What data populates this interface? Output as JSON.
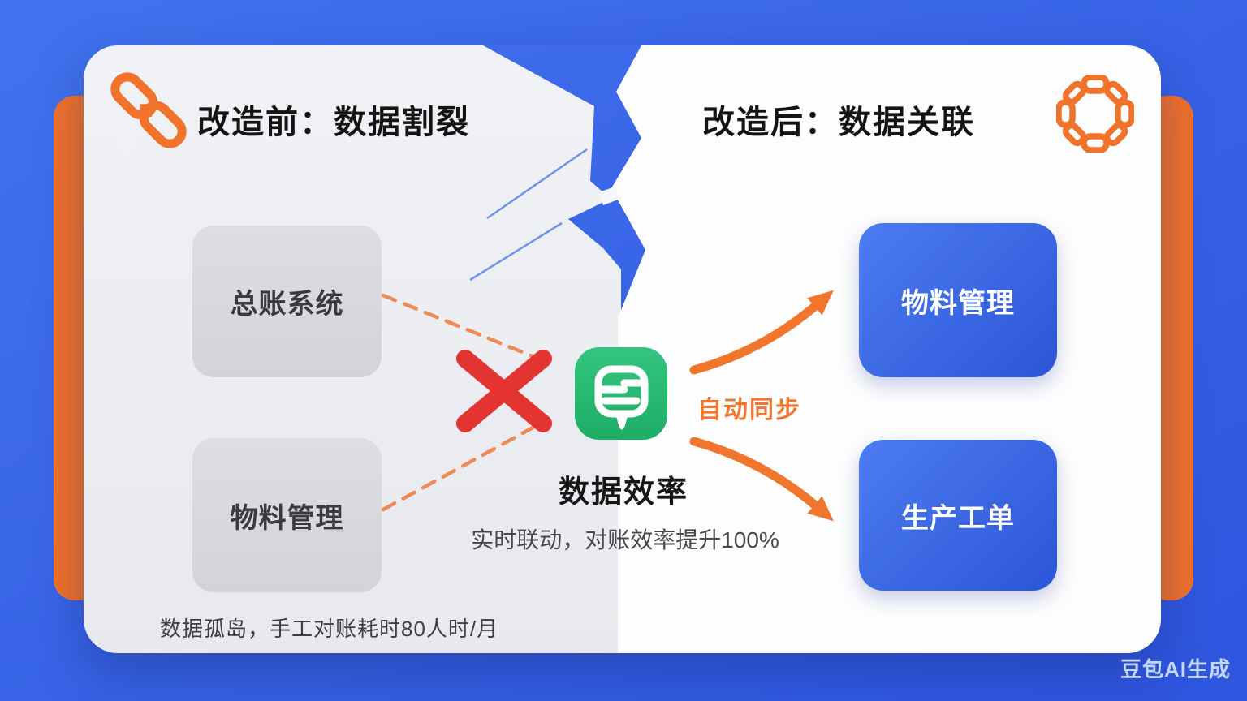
{
  "watermark": "豆包AI生成",
  "colors": {
    "background_blue": "#3a66e8",
    "accent_orange": "#f1722b",
    "alert_red": "#e33431",
    "app_green": "#27bc74",
    "panel_gray": "#edeff3",
    "card_white": "#fdfdfe",
    "result_box_blue": "#3c64e4"
  },
  "before": {
    "title": "改造前：数据割裂",
    "systems": [
      {
        "label": "总账系统"
      },
      {
        "label": "物料管理"
      }
    ],
    "note": "数据孤岛，手工对账耗时80人时/月"
  },
  "center": {
    "app_name": "数据效率",
    "subtitle": "实时联动，对账效率提升100%",
    "sync_label": "自动同步"
  },
  "after": {
    "title": "改造后：数据关联",
    "systems": [
      {
        "label": "物料管理"
      },
      {
        "label": "生产工单"
      }
    ]
  }
}
